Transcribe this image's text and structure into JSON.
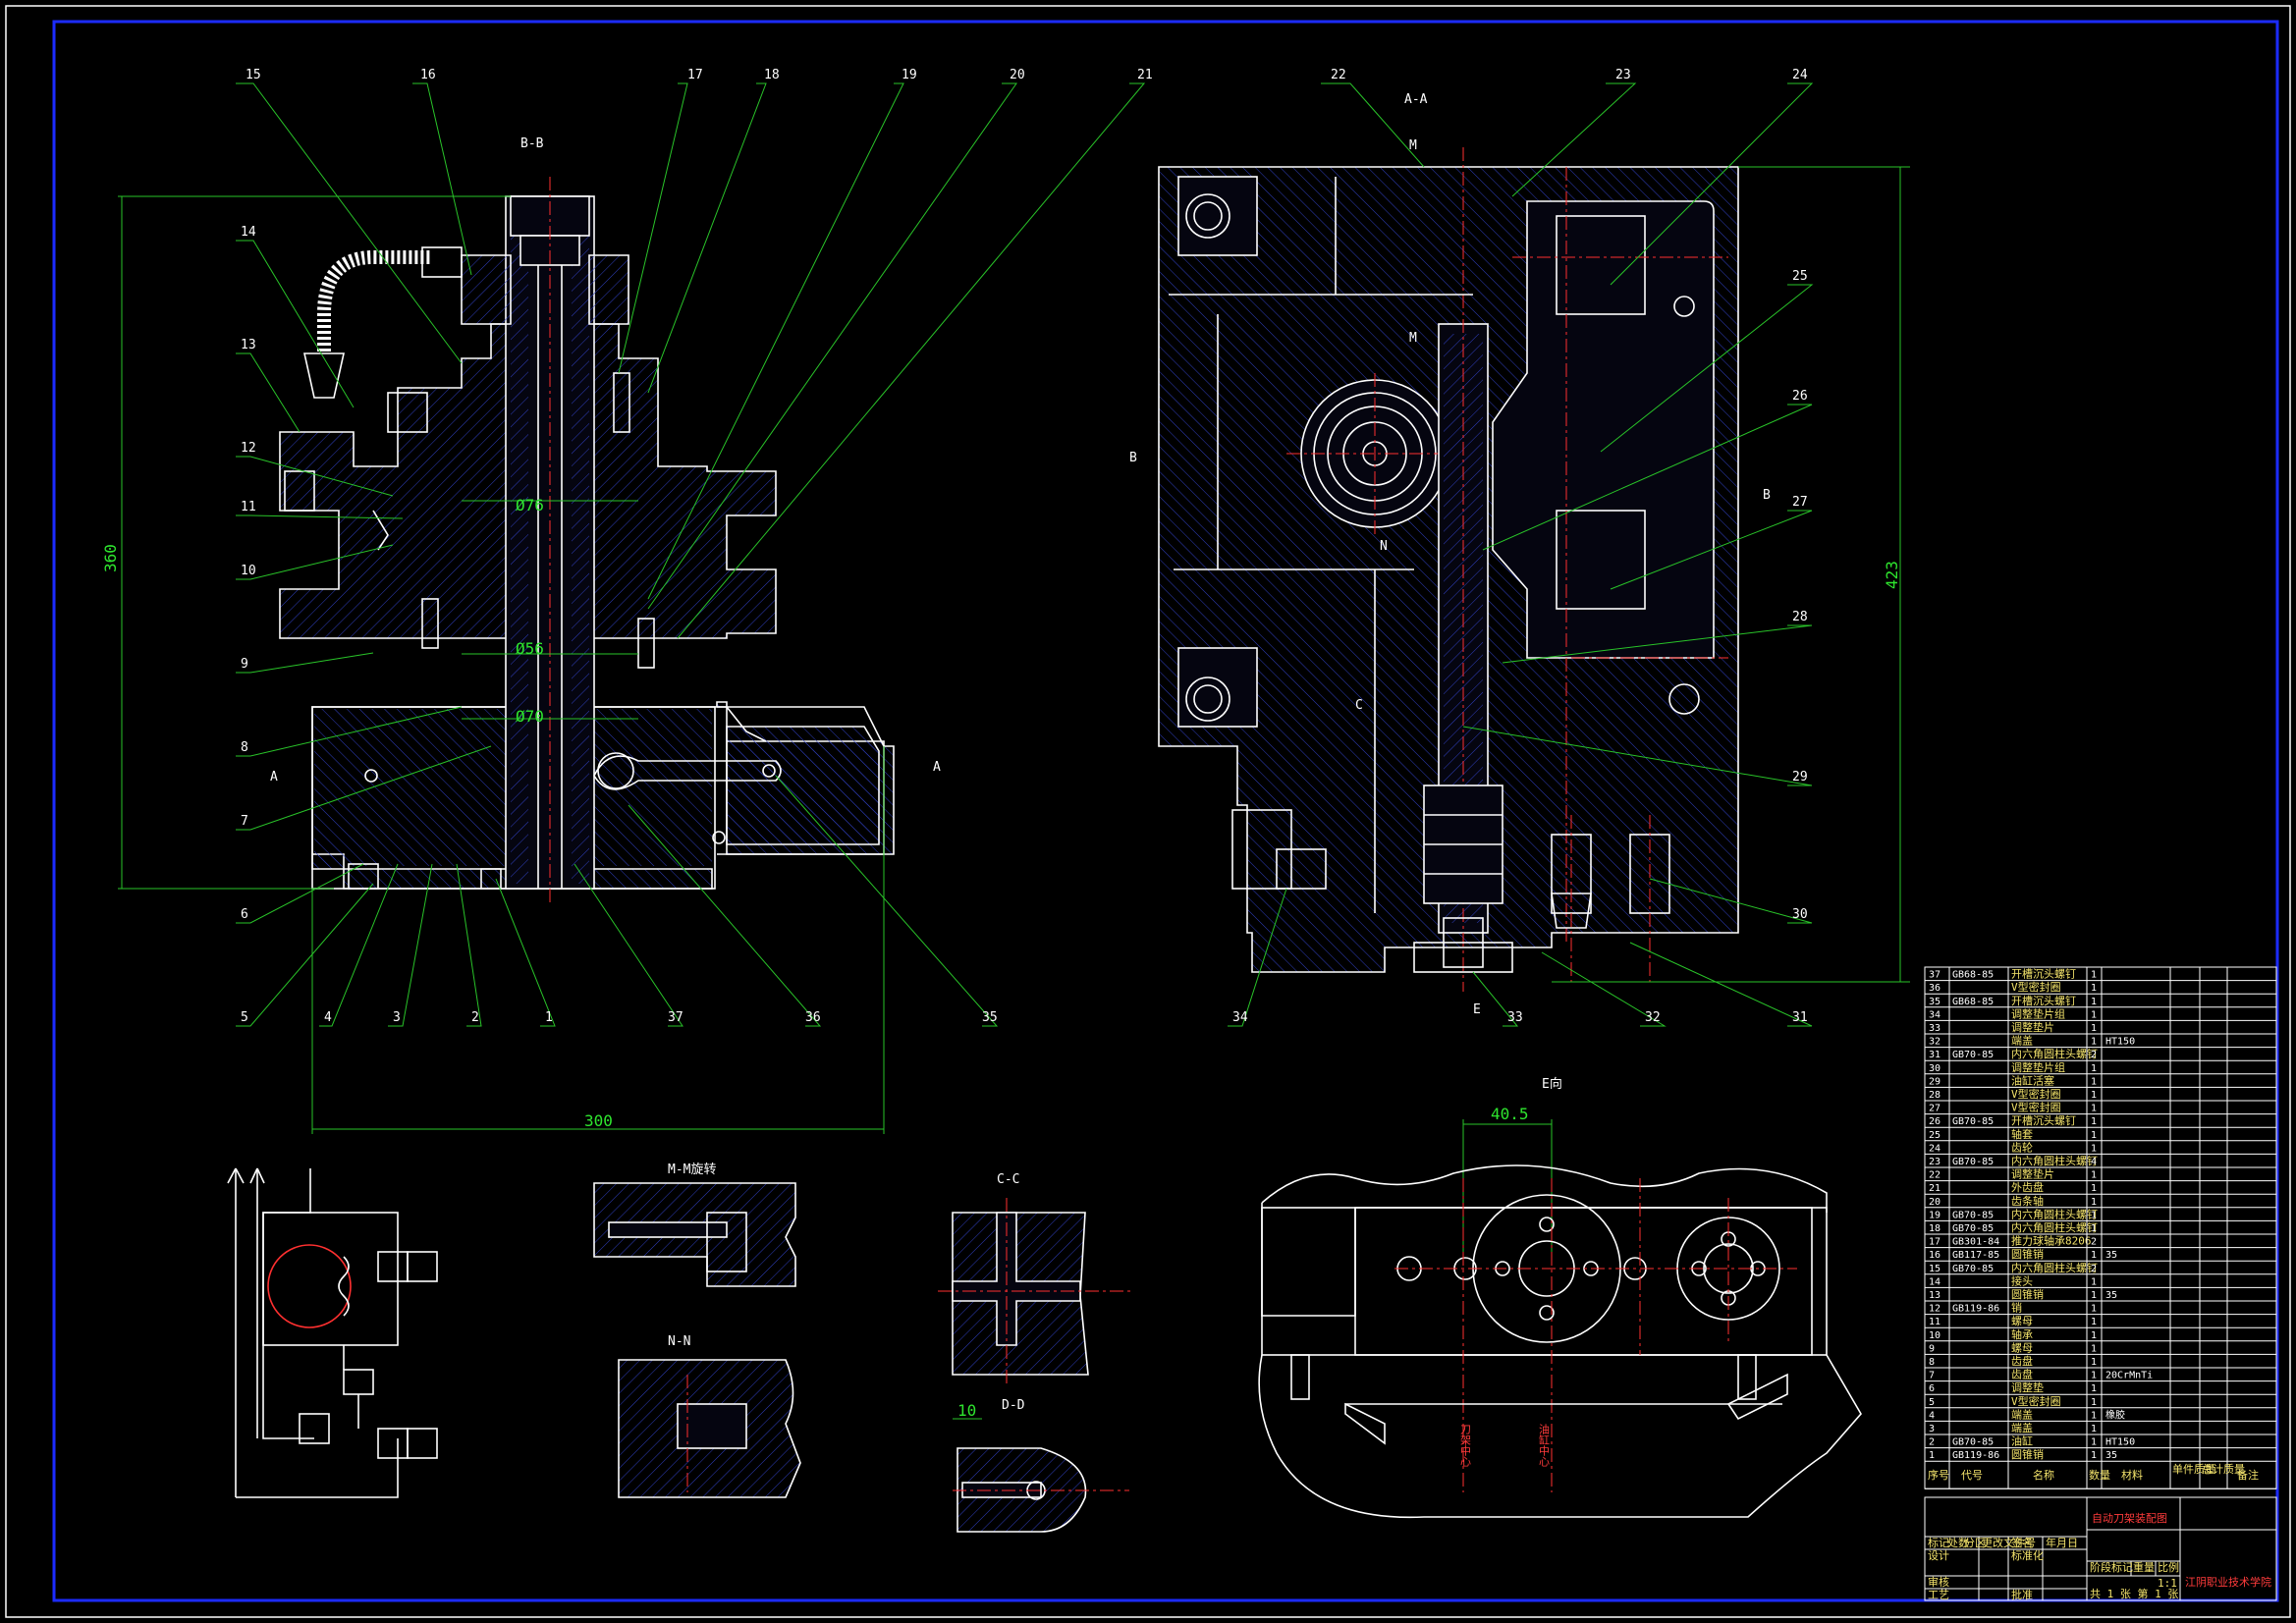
{
  "views": {
    "bb_title": "B-B",
    "aa_title": "A-A",
    "mm_title": "M-M旋转",
    "nn_title": "N-N",
    "cc_title": "C-C",
    "dd_title": "D-D",
    "e_title": "E向",
    "cut_labels": {
      "a_left": "A",
      "a_right": "A",
      "b_left": "B",
      "b_right": "B",
      "m_top": "M",
      "m_mid": "M",
      "n_mark": "N",
      "c_mark": "C",
      "e_mark": "E"
    }
  },
  "dimensions": {
    "height_left": "360",
    "width_left": "300",
    "dia_1": "Ø76",
    "dia_2": "Ø56",
    "dia_3": "Ø70",
    "height_right": "423",
    "e_width": "40.5",
    "dd_width": "10"
  },
  "balloons": [
    "1",
    "2",
    "3",
    "4",
    "5",
    "6",
    "7",
    "8",
    "9",
    "10",
    "11",
    "12",
    "13",
    "14",
    "15",
    "16",
    "17",
    "18",
    "19",
    "20",
    "21",
    "22",
    "23",
    "24",
    "25",
    "26",
    "27",
    "28",
    "29",
    "30",
    "31",
    "32",
    "33",
    "34",
    "35",
    "36",
    "37"
  ],
  "evaxis": {
    "left": "刀架中心",
    "right": "油缸中心"
  },
  "bom": {
    "rows": [
      {
        "no": "37",
        "code": "GB68-85",
        "name": "开槽沉头螺钉",
        "qty": "1",
        "mat": ""
      },
      {
        "no": "36",
        "code": "",
        "name": "V型密封圈",
        "qty": "1",
        "mat": ""
      },
      {
        "no": "35",
        "code": "GB68-85",
        "name": "开槽沉头螺钉",
        "qty": "1",
        "mat": ""
      },
      {
        "no": "34",
        "code": "",
        "name": "调整垫片组",
        "qty": "1",
        "mat": ""
      },
      {
        "no": "33",
        "code": "",
        "name": "调整垫片",
        "qty": "1",
        "mat": ""
      },
      {
        "no": "32",
        "code": "",
        "name": "端盖",
        "qty": "1",
        "mat": "HT150"
      },
      {
        "no": "31",
        "code": "GB70-85",
        "name": "内六角圆柱头螺钉",
        "qty": "2",
        "mat": ""
      },
      {
        "no": "30",
        "code": "",
        "name": "调整垫片组",
        "qty": "1",
        "mat": ""
      },
      {
        "no": "29",
        "code": "",
        "name": "油缸活塞",
        "qty": "1",
        "mat": ""
      },
      {
        "no": "28",
        "code": "",
        "name": "V型密封圈",
        "qty": "1",
        "mat": ""
      },
      {
        "no": "27",
        "code": "",
        "name": "V型密封圈",
        "qty": "1",
        "mat": ""
      },
      {
        "no": "26",
        "code": "GB70-85",
        "name": "开槽沉头螺钉",
        "qty": "1",
        "mat": ""
      },
      {
        "no": "25",
        "code": "",
        "name": "轴套",
        "qty": "1",
        "mat": ""
      },
      {
        "no": "24",
        "code": "",
        "name": "齿轮",
        "qty": "1",
        "mat": ""
      },
      {
        "no": "23",
        "code": "GB70-85",
        "name": "内六角圆柱头螺钉",
        "qty": "4",
        "mat": ""
      },
      {
        "no": "22",
        "code": "",
        "name": "调整垫片",
        "qty": "1",
        "mat": ""
      },
      {
        "no": "21",
        "code": "",
        "name": "外齿盘",
        "qty": "1",
        "mat": ""
      },
      {
        "no": "20",
        "code": "",
        "name": "齿条轴",
        "qty": "1",
        "mat": ""
      },
      {
        "no": "19",
        "code": "GB70-85",
        "name": "内六角圆柱头螺钉",
        "qty": "1",
        "mat": ""
      },
      {
        "no": "18",
        "code": "GB70-85",
        "name": "内六角圆柱头螺钉",
        "qty": "1",
        "mat": ""
      },
      {
        "no": "17",
        "code": "GB301-84",
        "name": "推力球轴承8206",
        "qty": "2",
        "mat": ""
      },
      {
        "no": "16",
        "code": "GB117-85",
        "name": "圆锥销",
        "qty": "1",
        "mat": "35"
      },
      {
        "no": "15",
        "code": "GB70-85",
        "name": "内六角圆柱头螺钉",
        "qty": "2",
        "mat": ""
      },
      {
        "no": "14",
        "code": "",
        "name": "接头",
        "qty": "1",
        "mat": ""
      },
      {
        "no": "13",
        "code": "",
        "name": "圆锥销",
        "qty": "1",
        "mat": "35"
      },
      {
        "no": "12",
        "code": "GB119-86",
        "name": "销",
        "qty": "1",
        "mat": ""
      },
      {
        "no": "11",
        "code": "",
        "name": "螺母",
        "qty": "1",
        "mat": ""
      },
      {
        "no": "10",
        "code": "",
        "name": "轴承",
        "qty": "1",
        "mat": ""
      },
      {
        "no": "9",
        "code": "",
        "name": "螺母",
        "qty": "1",
        "mat": ""
      },
      {
        "no": "8",
        "code": "",
        "name": "齿盘",
        "qty": "1",
        "mat": ""
      },
      {
        "no": "7",
        "code": "",
        "name": "齿盘",
        "qty": "1",
        "mat": "20CrMnTi"
      },
      {
        "no": "6",
        "code": "",
        "name": "调整垫",
        "qty": "1",
        "mat": ""
      },
      {
        "no": "5",
        "code": "",
        "name": "V型密封圈",
        "qty": "1",
        "mat": ""
      },
      {
        "no": "4",
        "code": "",
        "name": "端盖",
        "qty": "1",
        "mat": "橡胶"
      },
      {
        "no": "3",
        "code": "",
        "name": "端盖",
        "qty": "1",
        "mat": ""
      },
      {
        "no": "2",
        "code": "GB70-85",
        "name": "油缸",
        "qty": "1",
        "mat": "HT150"
      },
      {
        "no": "1",
        "code": "GB119-86",
        "name": "圆锥销",
        "qty": "1",
        "mat": "35"
      }
    ],
    "header": {
      "no": "序号",
      "code": "代号",
      "name": "名称",
      "qty": "数量",
      "mat": "材料",
      "unit_weight": "单件质量",
      "total_weight": "总计质量",
      "note": "备注"
    }
  },
  "title_block": {
    "drawing_name": "自动刀架装配图",
    "school": "江阴职业技术学院",
    "row_labels": [
      "标记",
      "处数",
      "分区",
      "更改文件号",
      "签名",
      "年月日"
    ],
    "design": "设计",
    "standard": "标准化",
    "stage_label": "阶段标记",
    "weight_label": "重量",
    "scale_label": "比例",
    "scale_value": "1:1",
    "review": "审核",
    "process": "工艺",
    "approve": "批准",
    "sheet_info": "共 1 张 第 1 张"
  }
}
